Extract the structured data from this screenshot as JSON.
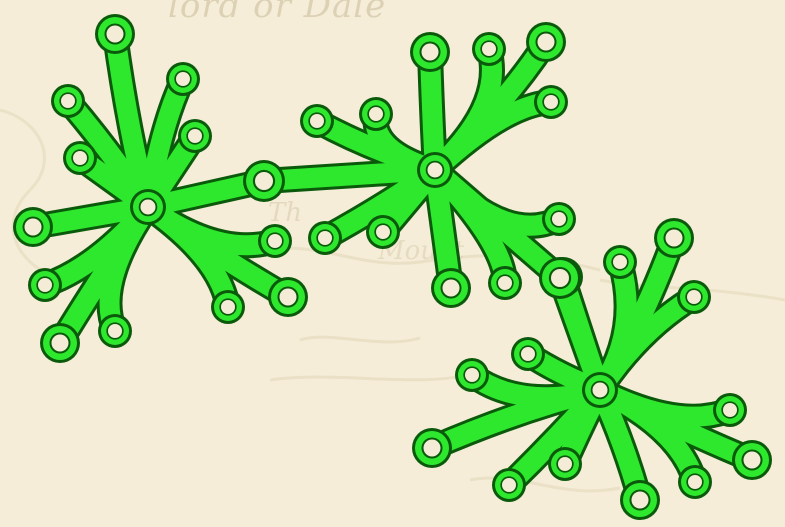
{
  "board": {
    "background": "#f4ecd6",
    "stroke_dark": "#0b5a0b",
    "fill_green": "#2ee82e",
    "hole_fill": "#f4ecd6"
  },
  "map_labels": {
    "top": "lord or Dale",
    "mid": "Th",
    "right": "Mount"
  },
  "trees": [
    {
      "id": "snowflake-left"
    },
    {
      "id": "snowflake-middle"
    },
    {
      "id": "snowflake-bottom-right"
    }
  ]
}
